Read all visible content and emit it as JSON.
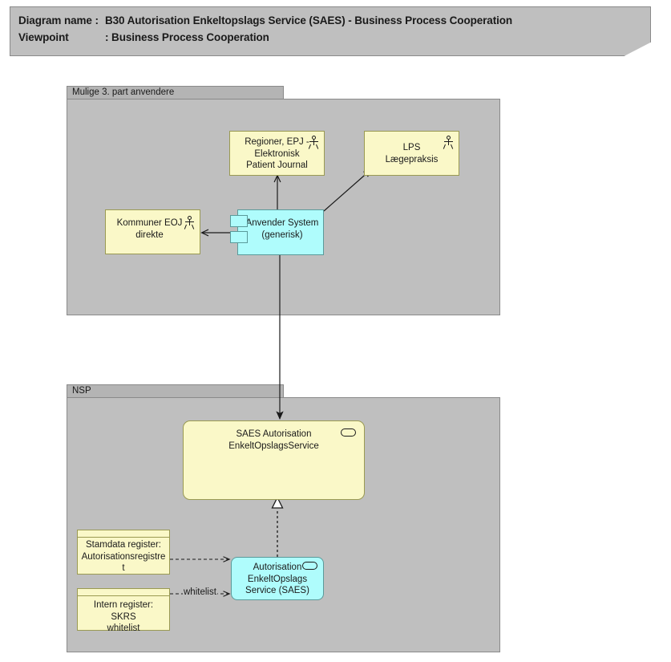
{
  "header": {
    "line1_key": "Diagram name :",
    "line1_value": "B30 Autorisation Enkeltopslags Service (SAES) - Business Process Cooperation",
    "line2_key": "Viewpoint",
    "line2_value": ": Business Process Cooperation"
  },
  "groups": [
    {
      "id": "third-party",
      "label": "Mulige 3. part anvendere"
    },
    {
      "id": "nsp",
      "label": "NSP"
    }
  ],
  "nodes": {
    "regioner_epj": {
      "label": "Regioner, EPJ -\nElektronisk\nPatient Journal",
      "icon": "actor-icon",
      "fill": "#faf8c8"
    },
    "lps": {
      "label": "LPS\nLægepraksis",
      "icon": "actor-icon",
      "fill": "#faf8c8"
    },
    "kommuner_eoj": {
      "label": "Kommuner EOJ\ndirekte",
      "icon": "actor-icon",
      "fill": "#faf8c8"
    },
    "anvender_system": {
      "label": "Anvender System\n(generisk)",
      "icon": "component-icon",
      "fill": "#affcfc"
    },
    "saes_service": {
      "label": "SAES Autorisation\nEnkeltOpslagsService",
      "icon": "service-icon",
      "fill": "#faf8c8"
    },
    "autorisation_saes": {
      "label": "Autorisation\nEnkeltOpslags\nService (SAES)",
      "icon": "service-icon",
      "fill": "#affcfc"
    },
    "stamdata_register": {
      "label": "Stamdata register:\nAutorisationsregistre\nt",
      "icon": "business-object-icon",
      "fill": "#faf8c8"
    },
    "intern_register": {
      "label": "Intern register: SKRS\nwhitelist",
      "icon": "business-object-icon",
      "fill": "#faf8c8"
    }
  },
  "edges": [
    {
      "id": "anvender-to-regioner",
      "from": "anvender_system",
      "to": "regioner_epj",
      "style": "solid-arrow",
      "label": ""
    },
    {
      "id": "anvender-to-lps",
      "from": "anvender_system",
      "to": "lps",
      "style": "solid-arrow",
      "label": ""
    },
    {
      "id": "anvender-to-kommuner",
      "from": "anvender_system",
      "to": "kommuner_eoj",
      "style": "solid-arrow",
      "label": ""
    },
    {
      "id": "anvender-to-saes-service",
      "from": "anvender_system",
      "to": "saes_service",
      "style": "solid-arrow-filled",
      "label": ""
    },
    {
      "id": "autorisation-realizes-saes",
      "from": "autorisation_saes",
      "to": "saes_service",
      "style": "dotted-triangle",
      "label": ""
    },
    {
      "id": "stamdata-to-autorisation",
      "from": "stamdata_register",
      "to": "autorisation_saes",
      "style": "dashed-arrow",
      "label": ""
    },
    {
      "id": "intern-to-autorisation",
      "from": "intern_register",
      "to": "autorisation_saes",
      "style": "dashed-arrow",
      "label": "whitelist"
    }
  ],
  "colors": {
    "canvas": "#ffffff",
    "group_fill": "#bfbfbf",
    "group_tab_fill": "#b4b4b4",
    "group_border": "#8a8a8a",
    "yellow_fill": "#faf8c8",
    "yellow_border": "#9a9a52",
    "cyan_fill": "#affcfc",
    "cyan_border": "#5a9a9a",
    "line": "#1a1a1a"
  }
}
